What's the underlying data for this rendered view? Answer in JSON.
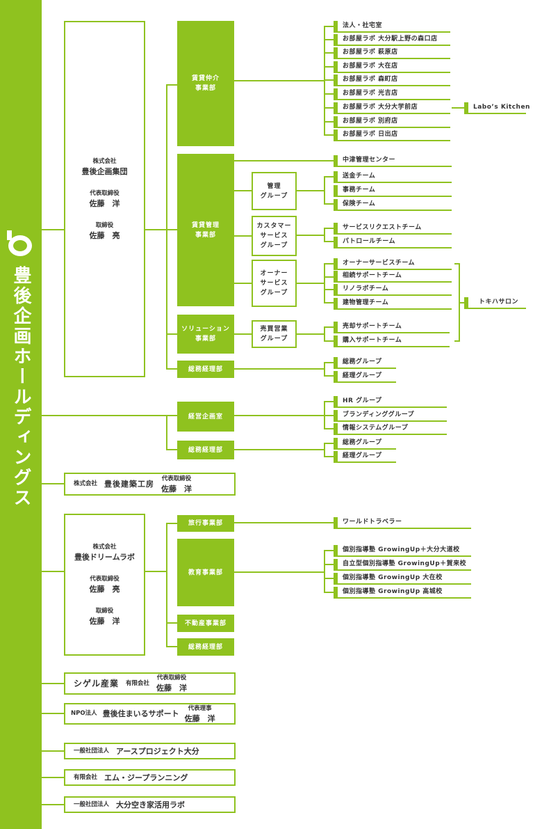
{
  "sidebar": {
    "title": "豊後企画ホールディングス"
  },
  "colors": {
    "accent": "#8fc21f"
  },
  "group": {
    "type": "株式会社",
    "name": "豊後企画集団",
    "rep_title": "代表取締役",
    "rep_name": "佐藤　洋",
    "dir_title": "取締役",
    "dir_name": "佐藤　亮"
  },
  "depts": {
    "chintai_chukai": "賃貸仲介\n事業部",
    "chintai_kanri": "賃貸管理\n事業部",
    "solution": "ソリューション\n事業部",
    "somu1": "総務経理部",
    "keiei": "経営企画室",
    "somu2": "総務経理部"
  },
  "groups": {
    "kanri": "管理\nグループ",
    "customer": "カスタマー\nサービス\nグループ",
    "owner": "オーナー\nサービス\nグループ",
    "baibai": "売買営業\nグループ"
  },
  "chukai_items": [
    "法人・社宅室",
    "お部屋ラボ 大分駅上野の森口店",
    "お部屋ラボ 萩原店",
    "お部屋ラボ 大在店",
    "お部屋ラボ 森町店",
    "お部屋ラボ 光吉店",
    "お部屋ラボ 大分大学前店",
    "お部屋ラボ 別府店",
    "お部屋ラボ 日出店"
  ],
  "labos_kitchen": "Labo’s Kitchen",
  "nakatsu": "中津管理センター",
  "kanri_items": [
    "送金チーム",
    "事務チーム",
    "保険チーム"
  ],
  "customer_items": [
    "サービスリクエストチーム",
    "パトロールチーム"
  ],
  "owner_items": [
    "オーナーサービスチーム",
    "相続サポートチーム",
    "リノラボチーム",
    "建物管理チーム"
  ],
  "baibai_items": [
    "売却サポートチーム",
    "購入サポートチーム"
  ],
  "tokiha": "トキハサロン",
  "somu1_items": [
    "総務グループ",
    "経理グループ"
  ],
  "keiei_items": [
    "HR グループ",
    "ブランディンググループ",
    "情報システムグループ"
  ],
  "somu2_items": [
    "総務グループ",
    "経理グループ"
  ],
  "kenchiku": {
    "type": "株式会社",
    "name": "豊後建築工房",
    "rep_title": "代表取締役",
    "rep_name": "佐藤　洋"
  },
  "dream": {
    "type": "株式会社",
    "name": "豊後ドリームラボ",
    "rep_title": "代表取締役",
    "rep_name": "佐藤　亮",
    "dir_title": "取締役",
    "dir_name": "佐藤　洋",
    "depts": {
      "travel": "旅行事業部",
      "edu": "教育事業部",
      "realestate": "不動産事業部",
      "somu": "総務経理部"
    },
    "travel_items": [
      "ワールドトラベラー"
    ],
    "edu_items": [
      "個別指導塾 GrowingUp＋大分大道校",
      "自立型個別指導塾 GrowingUp＋賀来校",
      "個別指導塾 GrowingUp 大在校",
      "個別指導塾 GrowingUp 高城校"
    ]
  },
  "shigeru": {
    "name": "シゲル産業",
    "type": "有限会社",
    "rep_title": "代表取締役",
    "rep_name": "佐藤　洋"
  },
  "npo": {
    "type": "NPO法人",
    "name": "豊後住まいるサポート",
    "rep_title": "代表理事",
    "rep_name": "佐藤　洋"
  },
  "earth": {
    "type": "一般社団法人",
    "name": "アースプロジェクト大分"
  },
  "mg": {
    "type": "有限会社",
    "name": "エム・ジープランニング"
  },
  "akiya": {
    "type": "一般社団法人",
    "name": "大分空き家活用ラボ"
  }
}
